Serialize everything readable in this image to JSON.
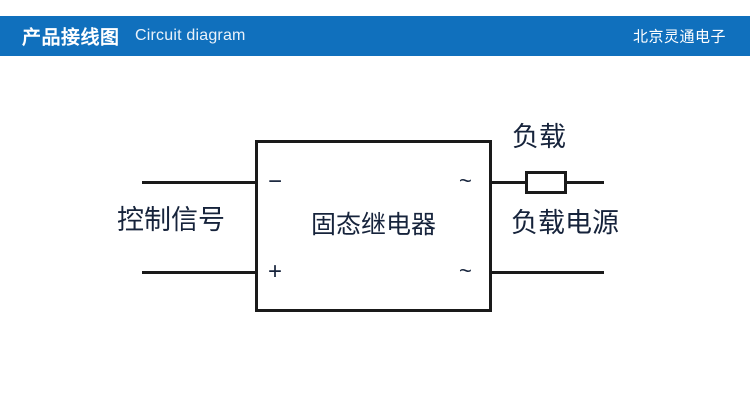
{
  "header": {
    "title_cn": "产品接线图",
    "title_en": "Circuit diagram",
    "brand": "北京灵通电子",
    "background_color": "#1070bd",
    "text_color": "#ffffff"
  },
  "diagram": {
    "type": "circuit-schematic",
    "line_color": "#1a1a1a",
    "text_color": "#16233b",
    "background_color": "#ffffff",
    "block": {
      "label": "固态继电器",
      "terminals": {
        "input_negative": "−",
        "input_positive": "+",
        "output_ac_top": "~",
        "output_ac_bottom": "~"
      }
    },
    "labels": {
      "control_signal": "控制信号",
      "load": "负载",
      "load_power": "负载电源"
    },
    "components": {
      "resistor_name": "load-resistor"
    }
  }
}
